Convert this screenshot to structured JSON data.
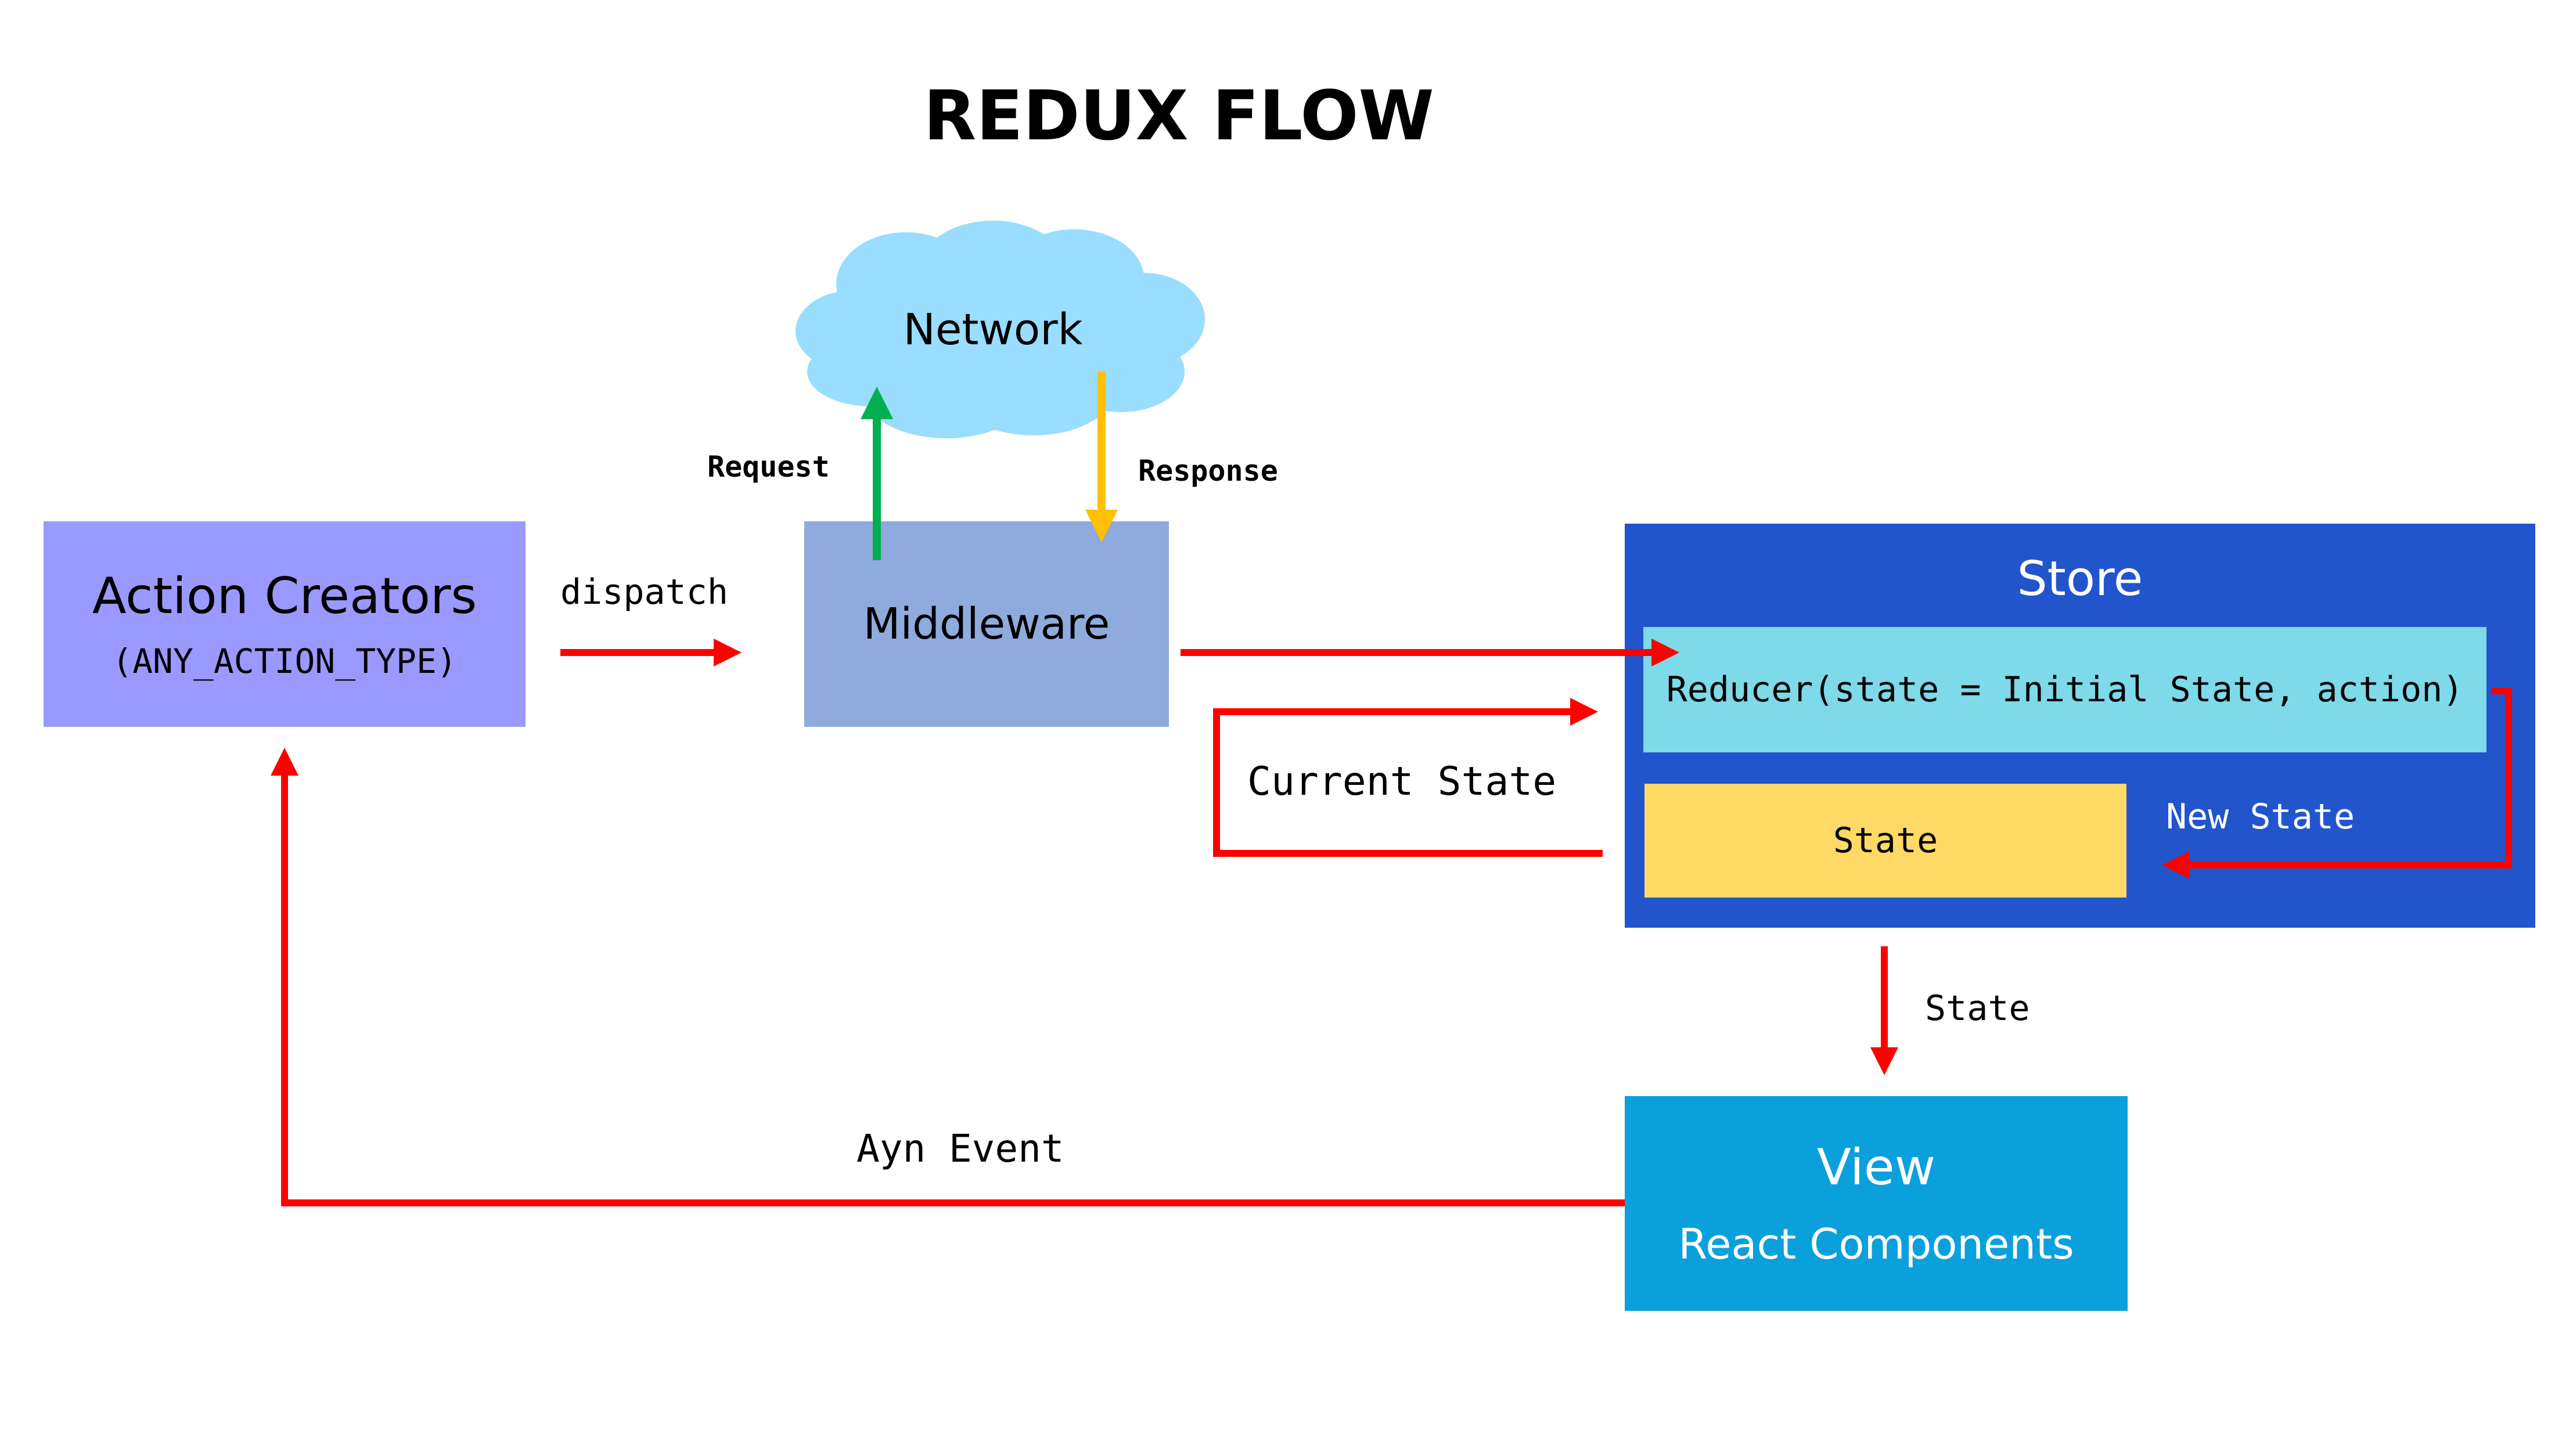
{
  "title": "REDUX FLOW",
  "nodes": {
    "action_creators": {
      "title": "Action Creators",
      "subtitle": "(ANY_ACTION_TYPE)",
      "color": "#9999FF"
    },
    "middleware": {
      "title": "Middleware",
      "color": "#8FAADC"
    },
    "network": {
      "title": "Network",
      "color": "#99DDFF"
    },
    "store": {
      "title": "Store",
      "color": "#2255CC"
    },
    "reducer": {
      "label": "Reducer(state = Initial State, action)",
      "color": "#7ED9E8"
    },
    "state_box": {
      "label": "State",
      "color": "#FFD966"
    },
    "view": {
      "title": "View",
      "subtitle": "React Components",
      "color": "#0AA0DC"
    }
  },
  "edge_labels": {
    "dispatch": "dispatch",
    "request": "Request",
    "response": "Response",
    "current_state": "Current State",
    "new_state": "New State",
    "state": "State",
    "ayn_event": "Ayn Event"
  },
  "colors": {
    "flow_arrow": "#FF0000",
    "request_arrow": "#00B050",
    "response_arrow": "#FFC000"
  }
}
